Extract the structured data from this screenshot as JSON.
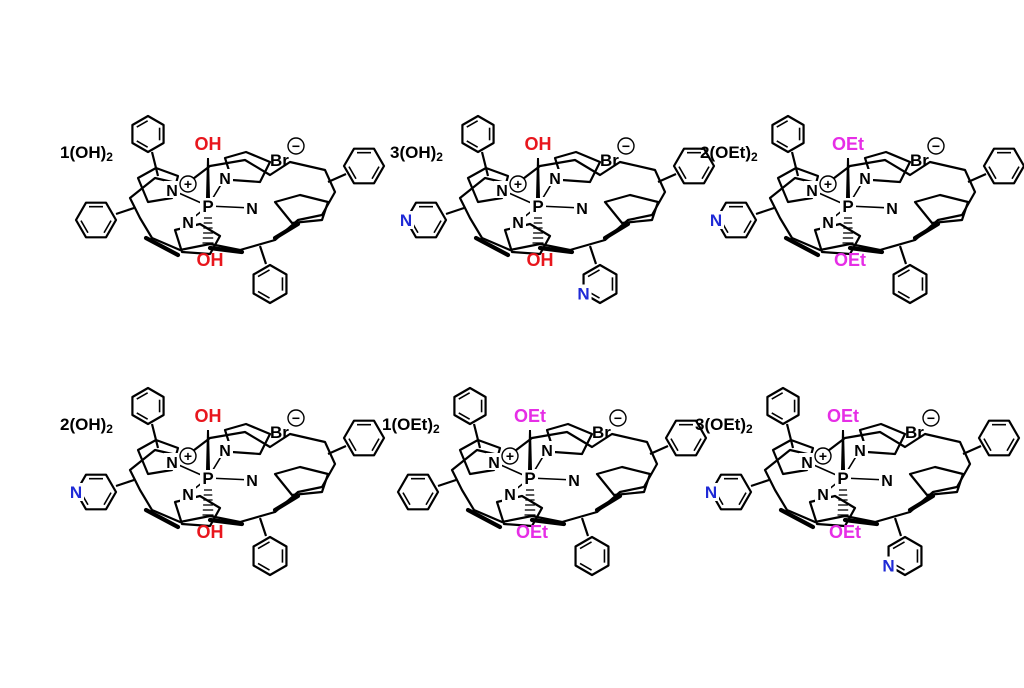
{
  "colors": {
    "oh": "#e8161d",
    "oet": "#e62ee6",
    "pyridyl_n": "#1f2ad6",
    "bond": "#000000",
    "text": "#000000"
  },
  "counterion": "Br",
  "atoms": {
    "phosphorus": "P",
    "nitrogen": "N"
  },
  "charge_symbols": {
    "cation": "+",
    "anion": "−"
  },
  "compounds": [
    {
      "id": "c1",
      "label": "1(OH)",
      "subscript": "2",
      "axial_top": "OH",
      "axial_bottom": "OH",
      "axial_color_key": "oh",
      "left_meso": "phenyl",
      "bottom_meso": "phenyl"
    },
    {
      "id": "c2",
      "label": "3(OH)",
      "subscript": "2",
      "axial_top": "OH",
      "axial_bottom": "OH",
      "axial_color_key": "oh",
      "left_meso": "pyridyl",
      "bottom_meso": "pyridyl"
    },
    {
      "id": "c3",
      "label": "2(OEt)",
      "subscript": "2",
      "axial_top": "OEt",
      "axial_bottom": "OEt",
      "axial_color_key": "oet",
      "left_meso": "pyridyl",
      "bottom_meso": "phenyl"
    },
    {
      "id": "c4",
      "label": "2(OH)",
      "subscript": "2",
      "axial_top": "OH",
      "axial_bottom": "OH",
      "axial_color_key": "oh",
      "left_meso": "pyridyl",
      "bottom_meso": "phenyl"
    },
    {
      "id": "c5",
      "label": "1(OEt)",
      "subscript": "2",
      "axial_top": "OEt",
      "axial_bottom": "OEt",
      "axial_color_key": "oet",
      "left_meso": "phenyl",
      "bottom_meso": "phenyl"
    },
    {
      "id": "c6",
      "label": "3(OEt)",
      "subscript": "2",
      "axial_top": "OEt",
      "axial_bottom": "OEt",
      "axial_color_key": "oet",
      "left_meso": "pyridyl",
      "bottom_meso": "pyridyl"
    }
  ]
}
